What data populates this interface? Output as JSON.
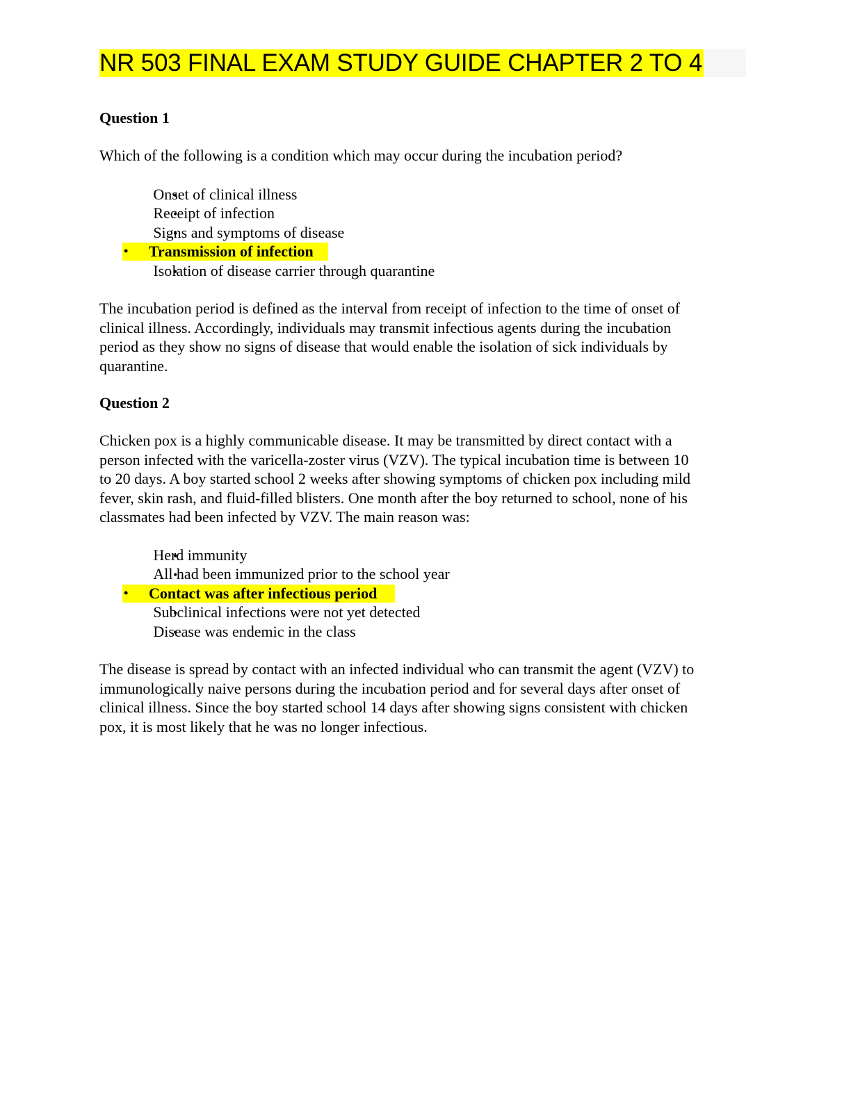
{
  "document": {
    "title": "NR 503 FINAL EXAM STUDY GUIDE CHAPTER 2 TO 4",
    "questions": [
      {
        "heading": "Question 1",
        "prompt": "Which of the following is a condition which may occur during the incubation period?",
        "options": [
          "Onset of clinical illness",
          "Receipt of infection",
          "Signs and symptoms of disease",
          "Transmission of infection",
          "Isolation of disease carrier through quarantine"
        ],
        "correct_option": "Transmission of infection",
        "explanation": [
          "The incubation period is defined as the interval from receipt of infection to the time of onset of",
          "clinical illness. Accordingly, individuals may transmit infectious agents during the incubation",
          "period as they show no signs of disease that would enable the isolation of sick individuals by",
          "quarantine."
        ]
      },
      {
        "heading": "Question 2",
        "prompt_lines": [
          "Chicken pox is a highly communicable disease. It may be transmitted by direct contact with a",
          "person infected with the varicella-zoster virus (VZV). The typical incubation time is between 10",
          "to 20 days. A boy started school 2 weeks after showing symptoms of chicken pox including mild",
          "fever, skin rash, and fluid-filled blisters. One month after the boy returned to school, none of his",
          "classmates had been infected by VZV. The main reason was:"
        ],
        "options": [
          "Herd immunity",
          "All had been immunized prior to the school year",
          "Contact was after infectious period",
          "Subclinical infections were not yet detected",
          "Disease was endemic in the class"
        ],
        "correct_option": "Contact was after infectious period",
        "explanation": [
          "The disease is spread by contact with an infected individual who can transmit the agent (VZV) to",
          "immunologically naive persons during the incubation period and for several days after onset of",
          "clinical illness. Since the boy started school 14 days after showing signs consistent with chicken",
          "pox, it is most likely that he was no longer infectious."
        ]
      }
    ],
    "bullet_glyph": "•",
    "highlight_color": "#ffff00"
  }
}
